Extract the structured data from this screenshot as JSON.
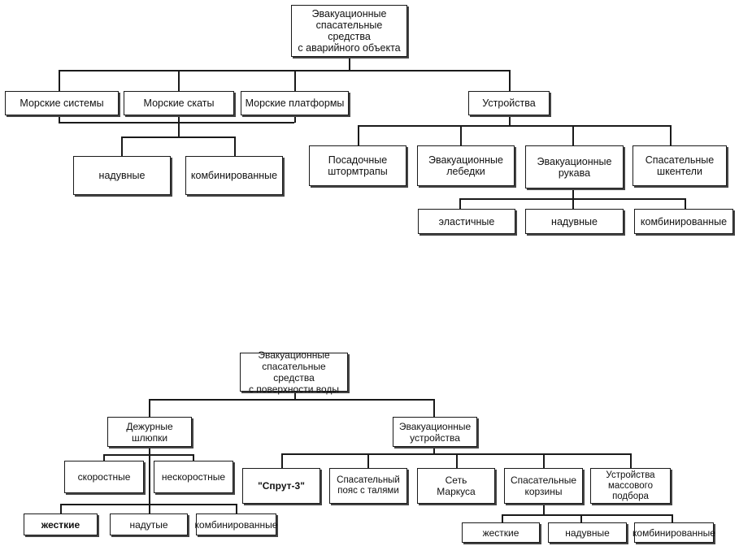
{
  "diagram_top": {
    "root": "Эвакуационные\nспасательные средства\nс аварийного объекта",
    "level1": {
      "marine_systems": "Морские системы",
      "marine_chutes": "Морские скаты",
      "marine_platforms": "Морские платформы",
      "devices": "Устройства"
    },
    "chutes_children": {
      "inflatable": "надувные",
      "combined": "комбинированные"
    },
    "devices_children": {
      "ladders": "Посадочные\nштормтрапы",
      "winches": "Эвакуационные\nлебедки",
      "sleeves": "Эвакуационные\nрукава",
      "slings": "Спасательные\nшкентели"
    },
    "sleeves_children": {
      "elastic": "эластичные",
      "inflatable": "надувные",
      "combined": "комбинированные"
    }
  },
  "diagram_bottom": {
    "root": "Эвакуационные\nспасательные средства\nс поверхности воды",
    "level1": {
      "duty_boats": "Дежурные\nшлюпки",
      "evac_devices": "Эвакуационные\nустройства"
    },
    "boats_children": {
      "fast": "скоростные",
      "slow": "нескоростные"
    },
    "boats_grandchildren": {
      "rigid": "жесткие",
      "inflated": "надутые",
      "combined": "комбинированные"
    },
    "devices_children": {
      "sprut": "\"Спрут-3\"",
      "belt": "Спасательный\nпояс с талями",
      "net": "Сеть\nМаркуса",
      "baskets": "Спасательные\nкорзины",
      "mass_pickup": "Устройства\nмассового\nподбора"
    },
    "devices_grandchildren": {
      "rigid": "жесткие",
      "inflatable": "надувные",
      "combined": "комбинированные"
    }
  }
}
